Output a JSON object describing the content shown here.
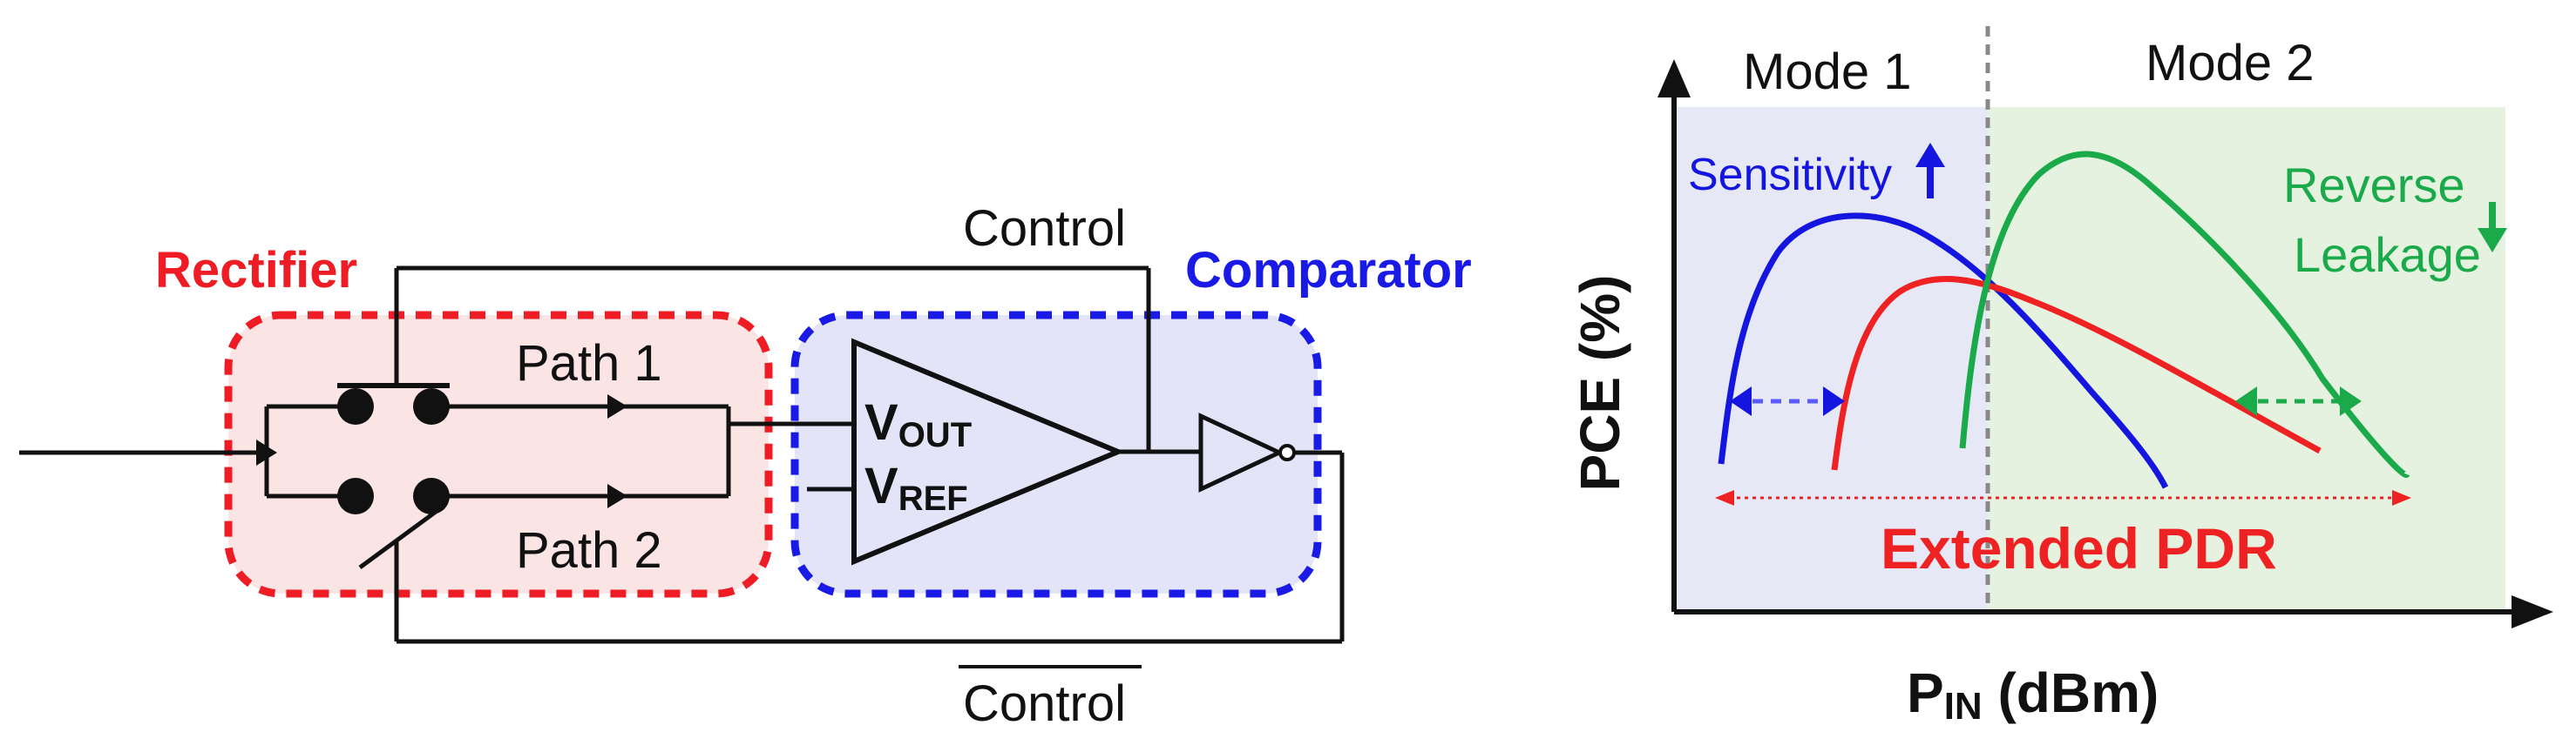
{
  "circuit": {
    "rectifier_label": "Rectifier",
    "comparator_label": "Comparator",
    "control_label": "Control",
    "control_bar_label": "Control",
    "path1_label": "Path 1",
    "path2_label": "Path 2",
    "vout_main": "V",
    "vout_sub": "OUT",
    "vref_main": "V",
    "vref_sub": "REF",
    "colors": {
      "rectifier": "#ee1c24",
      "rectifier_fill": "#fbe4e4",
      "comparator": "#1a1ae6",
      "comparator_fill": "#e3e4f8",
      "wire": "#111111"
    }
  },
  "pce_plot": {
    "mode1_label": "Mode 1",
    "mode2_label": "Mode 2",
    "ylabel": "PCE (%)",
    "xlabel_main": "P",
    "xlabel_sub": "IN",
    "xlabel_rest": " (dBm)",
    "sensitivity_label": "Sensitivity",
    "reverse_label_1": "Reverse",
    "reverse_label_2": "Leakage",
    "pdr_label": "Extended PDR",
    "colors": {
      "mode1_shade": "#e6e9f5",
      "mode2_shade": "#e6f2e0",
      "blue_curve": "#1515e0",
      "red_curve": "#ee2222",
      "green_curve": "#1aaa4a",
      "divider": "#888888",
      "pdr_arrow": "#ee2222"
    }
  }
}
